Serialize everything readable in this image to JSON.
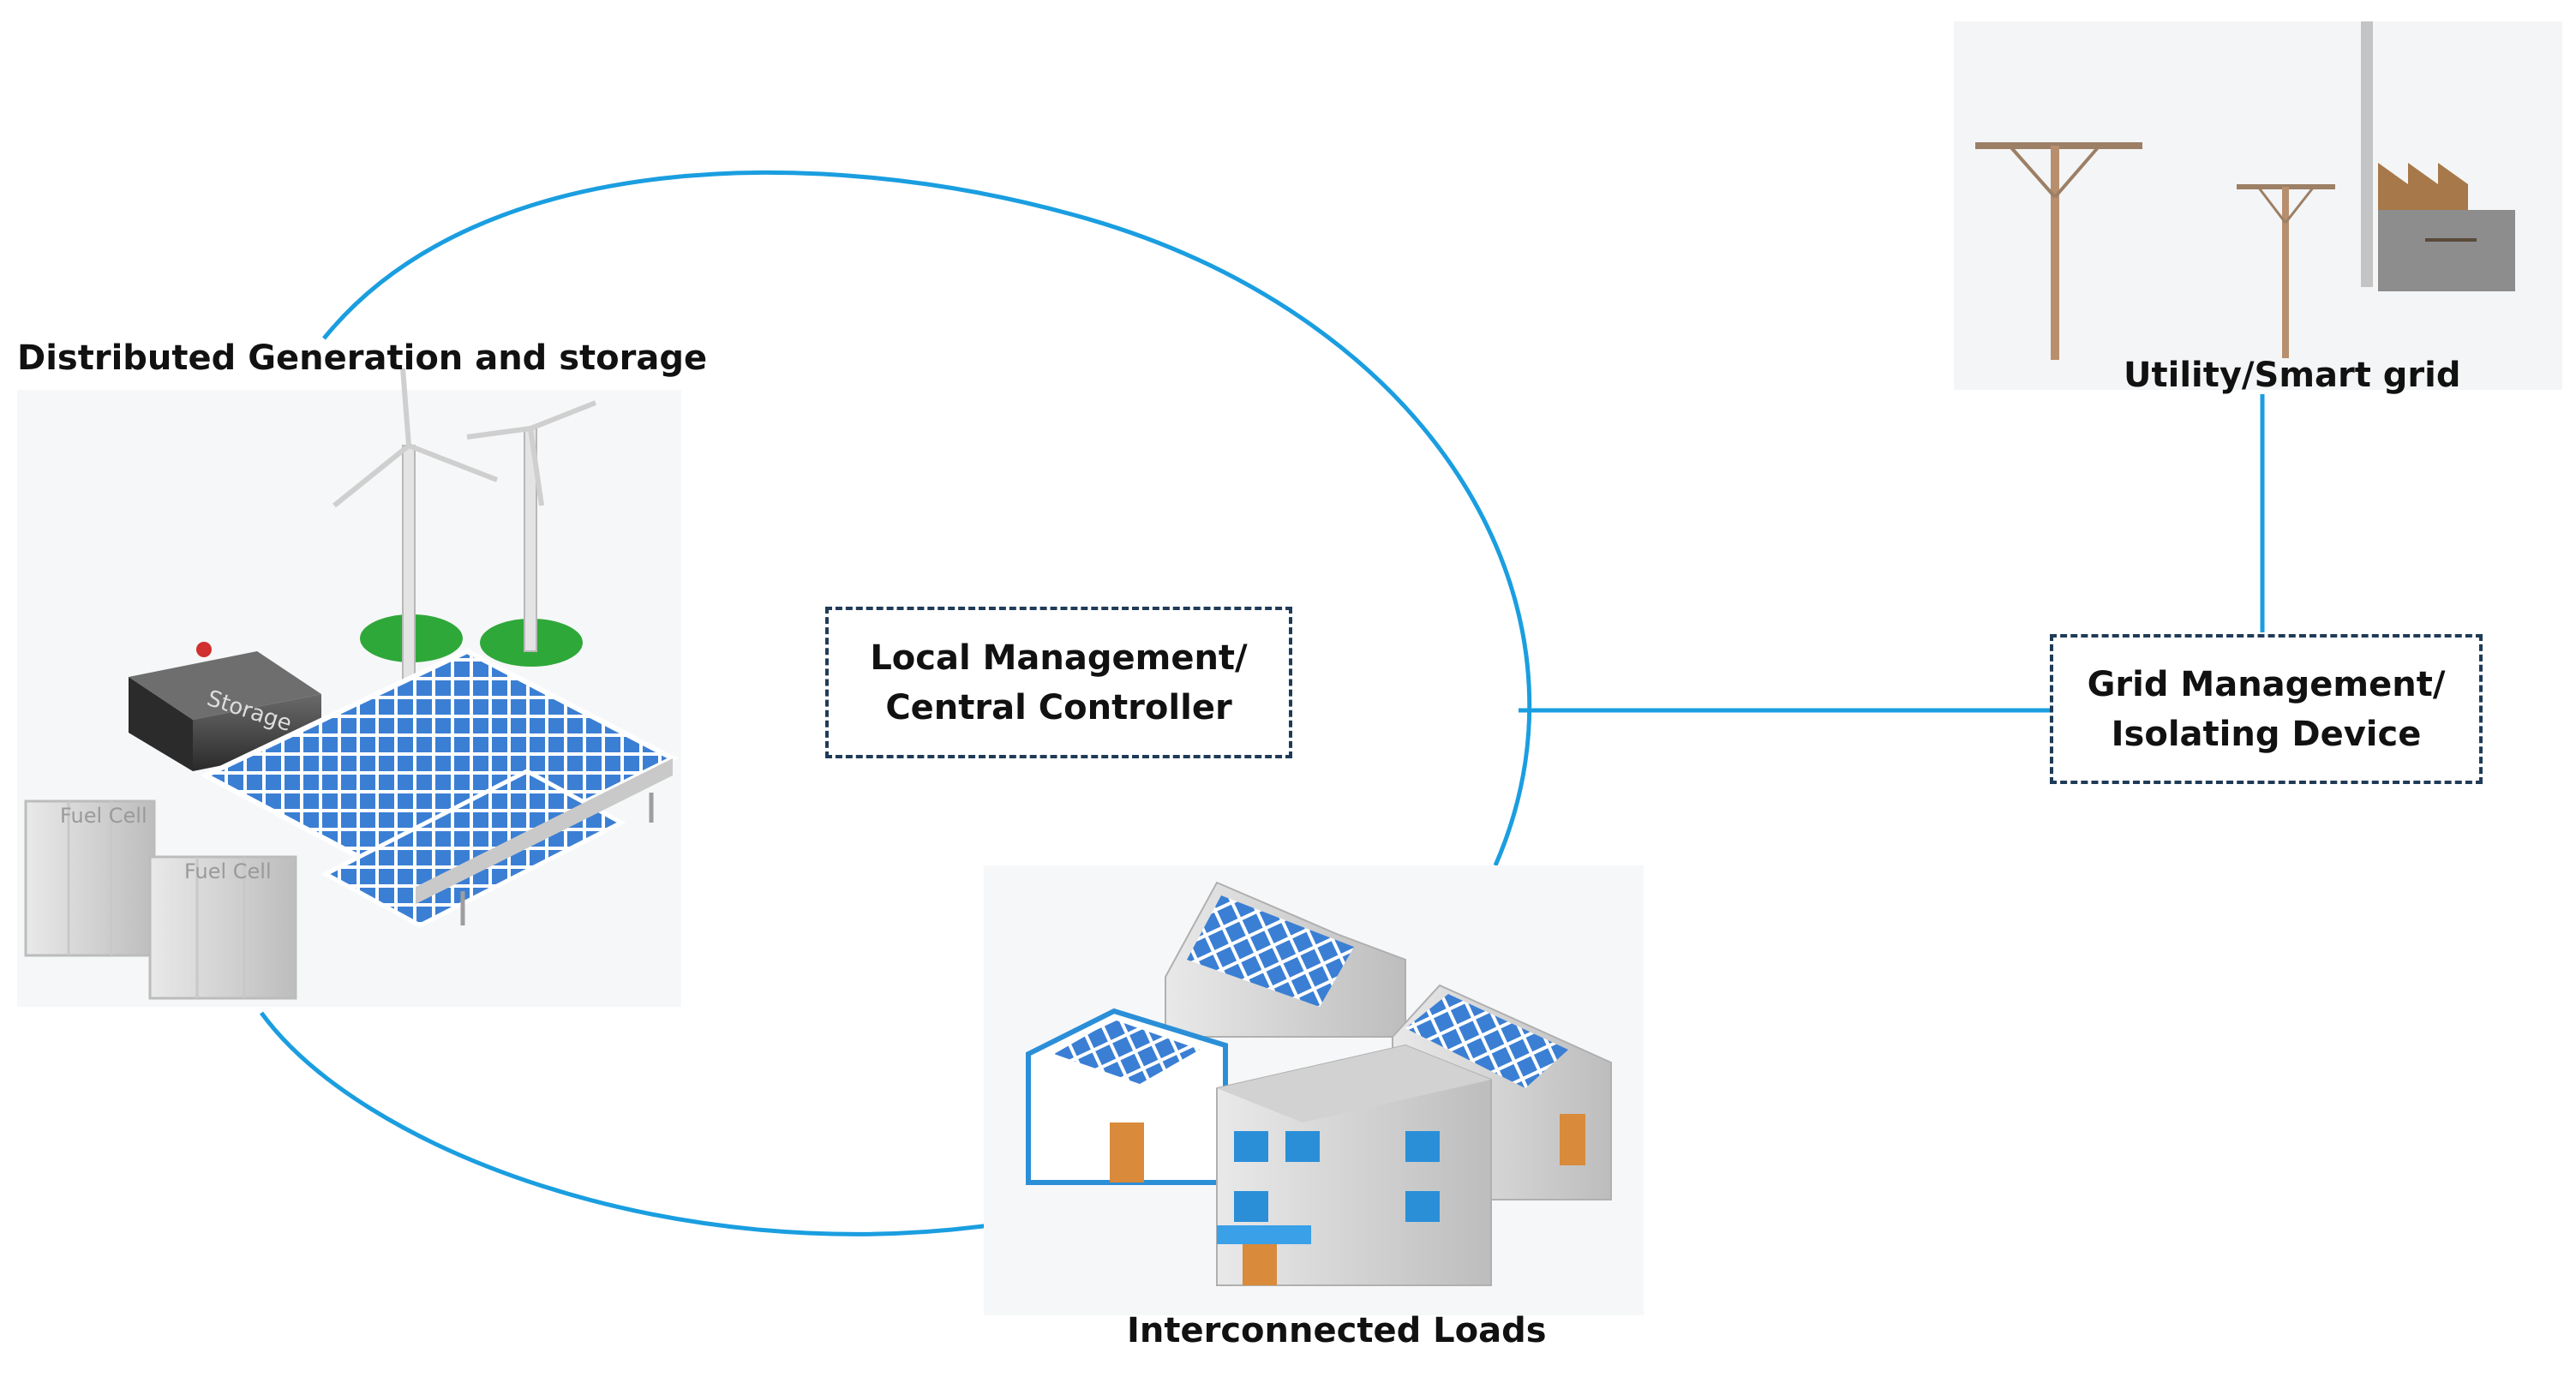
{
  "labels": {
    "distributed_generation": "Distributed Generation and storage",
    "utility_grid": "Utility/Smart grid",
    "interconnected_loads": "Interconnected Loads"
  },
  "local_controller": {
    "line1": "Local Management/",
    "line2": "Central Controller"
  },
  "grid_device": {
    "line1": "Grid Management/",
    "line2": "Isolating Device"
  },
  "icon_text": {
    "storage": "Storage",
    "fuel_cell_1": "Fuel Cell",
    "fuel_cell_2": "Fuel Cell"
  },
  "colors": {
    "connector": "#1a9ee0",
    "box_border": "#1f3b57",
    "solar_panel": "#3b7fd4",
    "turbine_base": "#2fa83a",
    "building_blue": "#2b8fd8"
  }
}
